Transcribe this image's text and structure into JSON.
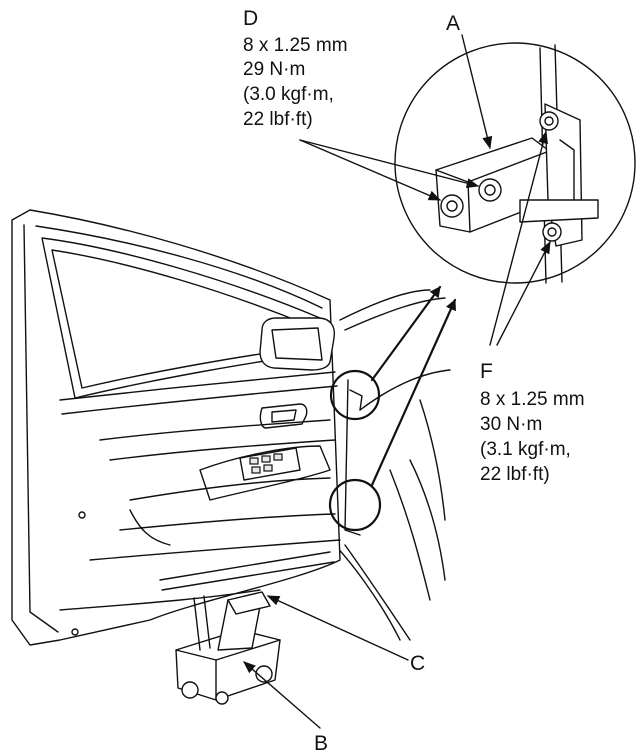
{
  "callouts": {
    "A": {
      "letter": "A"
    },
    "B": {
      "letter": "B"
    },
    "C": {
      "letter": "C"
    },
    "D": {
      "letter": "D",
      "lines": [
        "8 x 1.25 mm",
        "29 N·m",
        "(3.0 kgf·m,",
        "22 lbf·ft)"
      ]
    },
    "F": {
      "letter": "F",
      "lines": [
        "8 x 1.25 mm",
        "30 N·m",
        "(3.1 kgf·m,",
        "22 lbf·ft)"
      ]
    }
  }
}
